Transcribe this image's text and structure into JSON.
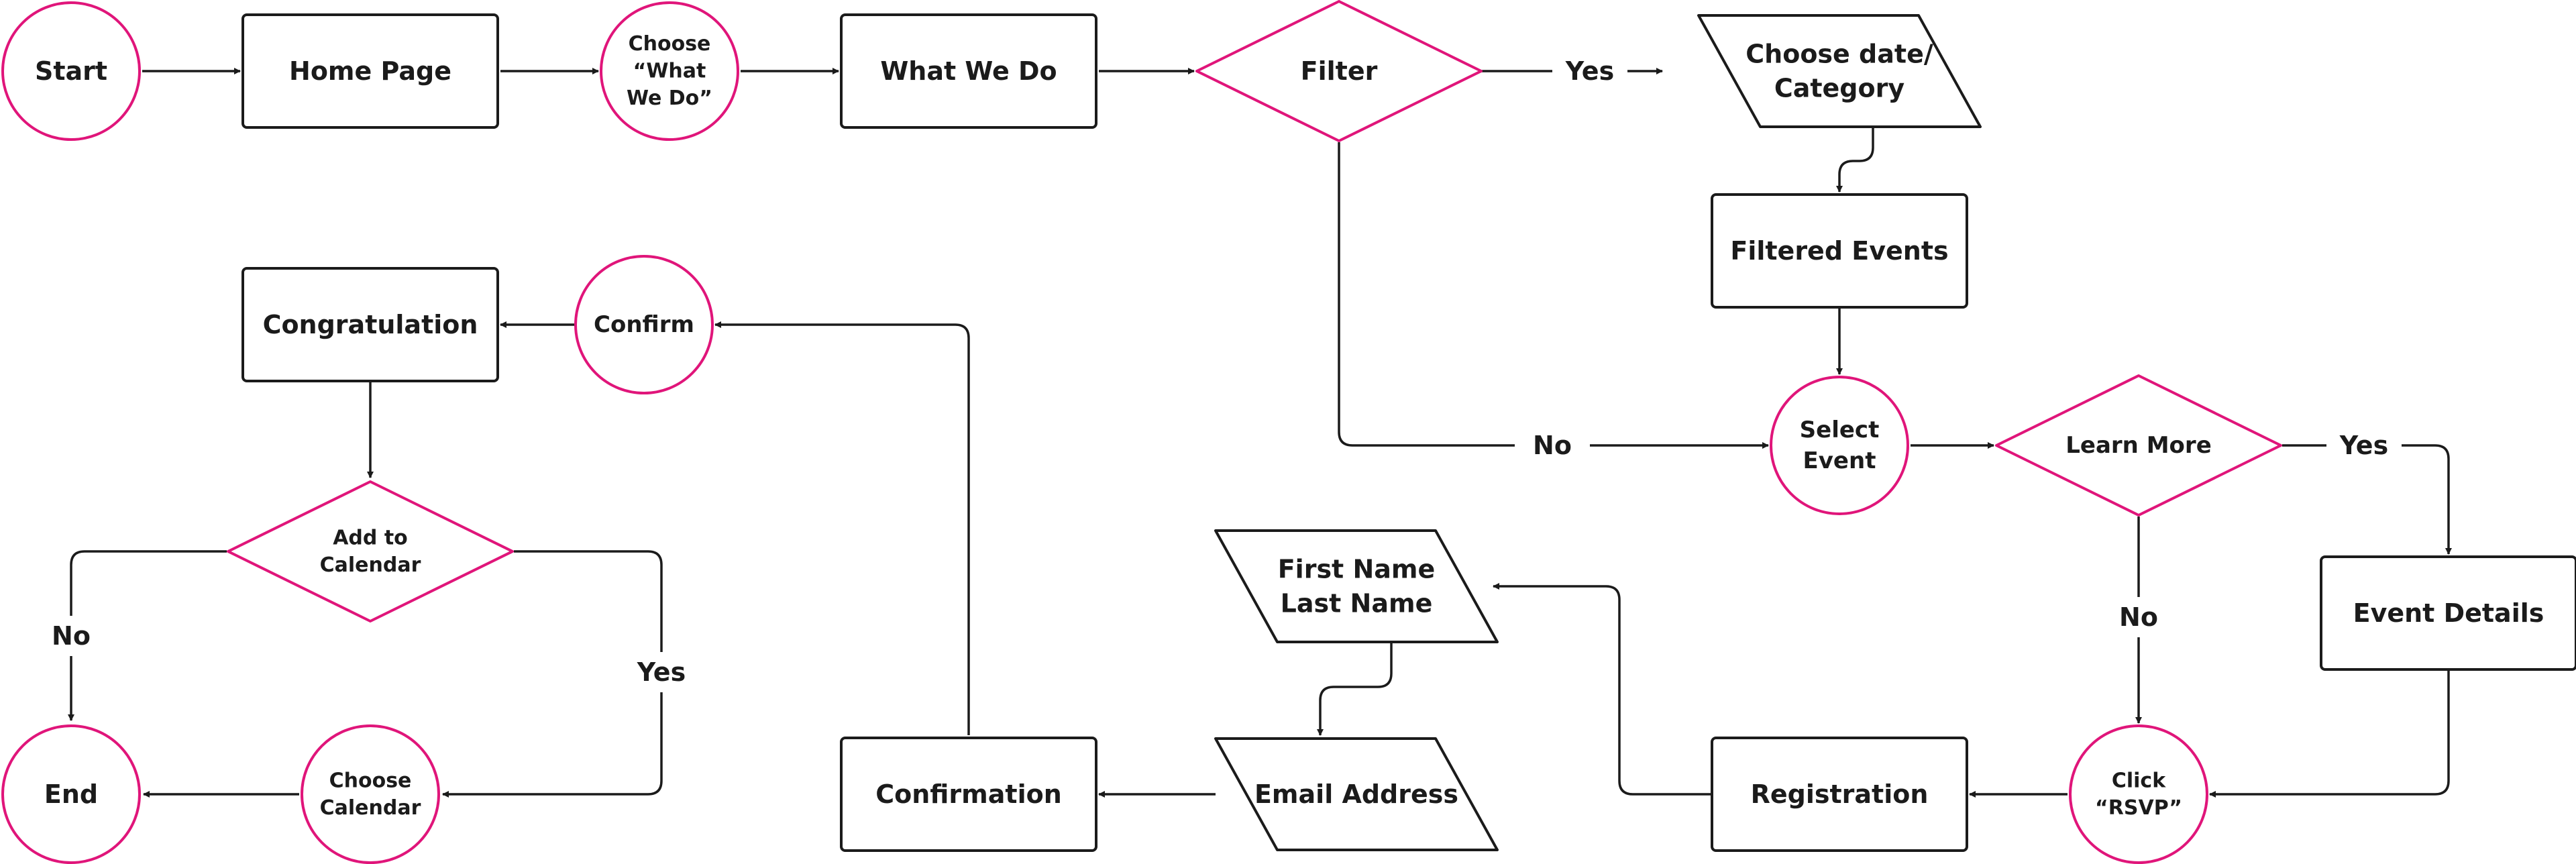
{
  "colors": {
    "accent": "#e0157a",
    "stroke": "#1b1b1b",
    "background": "#ffffff"
  },
  "nodes": {
    "start": {
      "shape": "circle",
      "lines": [
        "Start"
      ]
    },
    "home_page": {
      "shape": "rect",
      "lines": [
        "Home Page"
      ]
    },
    "choose_what_we_do": {
      "shape": "circle",
      "lines": [
        "Choose",
        "“What",
        "We Do”"
      ]
    },
    "what_we_do": {
      "shape": "rect",
      "lines": [
        "What We Do"
      ]
    },
    "filter": {
      "shape": "diamond",
      "lines": [
        "Filter"
      ]
    },
    "choose_date_category": {
      "shape": "parallelogram",
      "lines": [
        "Choose date/",
        "Category"
      ]
    },
    "filtered_events": {
      "shape": "rect",
      "lines": [
        "Filtered Events"
      ]
    },
    "select_event": {
      "shape": "circle",
      "lines": [
        "Select",
        "Event"
      ]
    },
    "learn_more": {
      "shape": "diamond",
      "lines": [
        "Learn More"
      ]
    },
    "event_details": {
      "shape": "rect",
      "lines": [
        "Event Details"
      ]
    },
    "click_rsvp": {
      "shape": "circle",
      "lines": [
        "Click",
        "“RSVP”"
      ]
    },
    "registration": {
      "shape": "rect",
      "lines": [
        "Registration"
      ]
    },
    "first_last_name": {
      "shape": "parallelogram",
      "lines": [
        "First Name",
        "Last Name"
      ]
    },
    "email_address": {
      "shape": "parallelogram",
      "lines": [
        "Email Address"
      ]
    },
    "confirmation": {
      "shape": "rect",
      "lines": [
        "Confirmation"
      ]
    },
    "confirm": {
      "shape": "circle",
      "lines": [
        "Confirm"
      ]
    },
    "congratulation": {
      "shape": "rect",
      "lines": [
        "Congratulation"
      ]
    },
    "add_to_calendar": {
      "shape": "diamond",
      "lines": [
        "Add to",
        "Calendar"
      ]
    },
    "choose_calendar": {
      "shape": "circle",
      "lines": [
        "Choose",
        "Calendar"
      ]
    },
    "end": {
      "shape": "circle",
      "lines": [
        "End"
      ]
    }
  },
  "edge_labels": {
    "filter_yes": "Yes",
    "filter_no": "No",
    "learn_more_yes": "Yes",
    "learn_more_no": "No",
    "calendar_yes": "Yes",
    "calendar_no": "No"
  }
}
